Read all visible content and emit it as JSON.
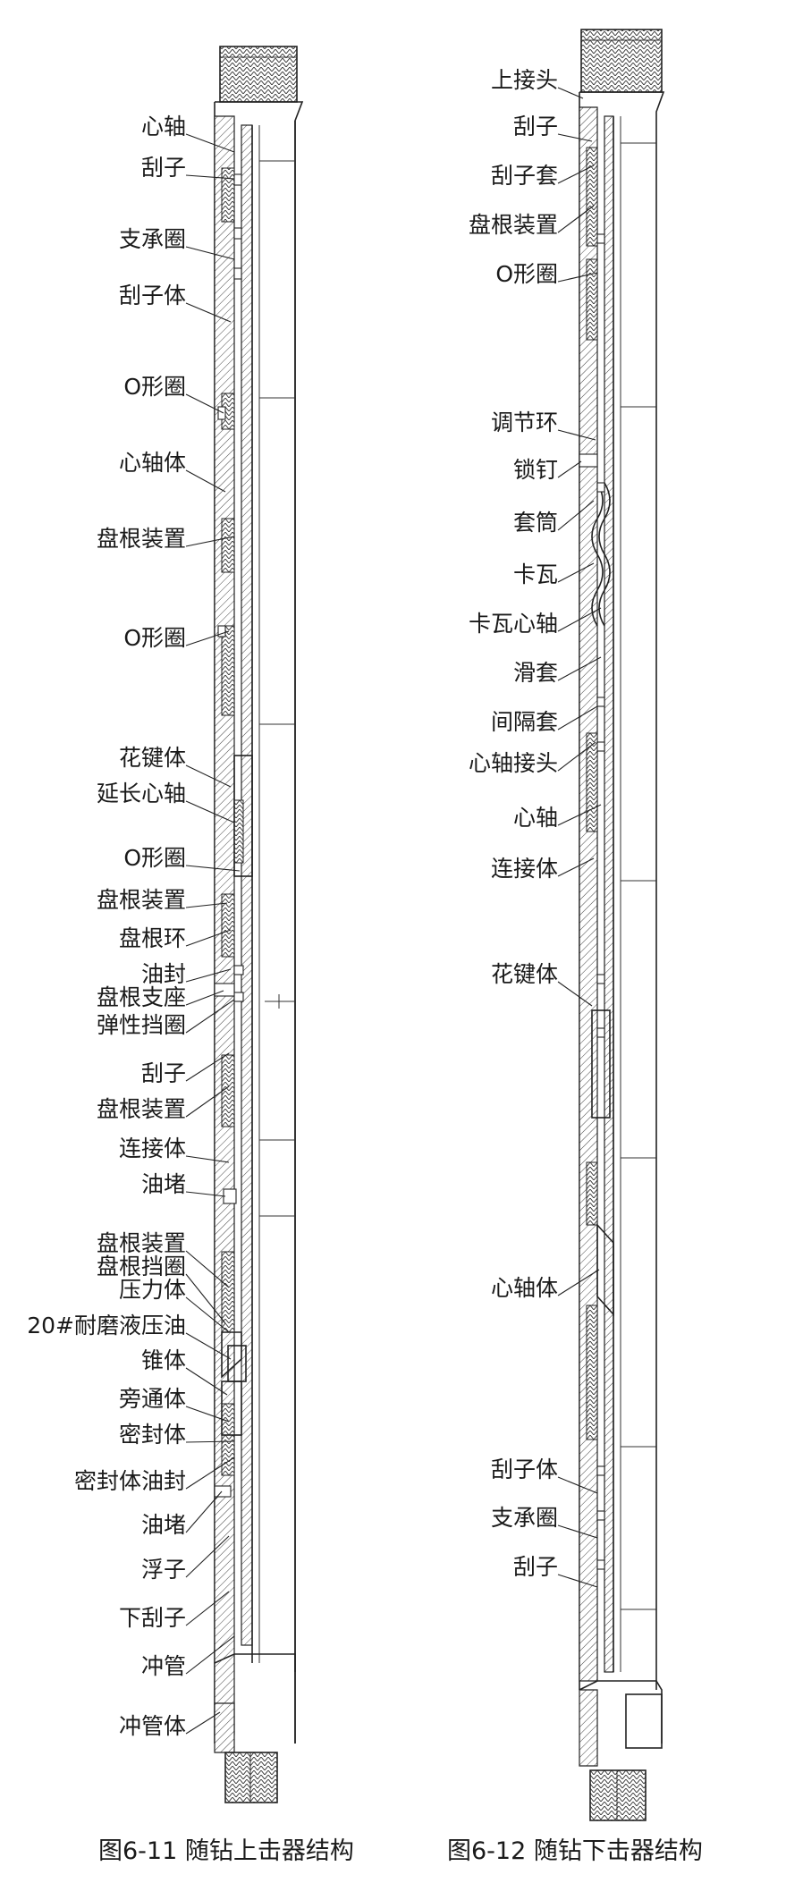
{
  "figures": [
    {
      "id": "left",
      "caption": "图6-11  随钻上击器结构",
      "labels": [
        "心轴",
        "刮子",
        "支承圈",
        "刮子体",
        "O形圈",
        "心轴体",
        "盘根装置",
        "O形圈",
        "花键体",
        "延长心轴",
        "O形圈",
        "盘根装置",
        "盘根环",
        "油封",
        "盘根支座",
        "弹性挡圈",
        "刮子",
        "盘根装置",
        "连接体",
        "油堵",
        "盘根装置",
        "盘根挡圈",
        "压力体",
        "20#耐磨液压油",
        "锥体",
        "旁通体",
        "密封体",
        "密封体油封",
        "油堵",
        "浮子",
        "下刮子",
        "冲管",
        "冲管体"
      ]
    },
    {
      "id": "right",
      "caption": "图6-12  随钻下击器结构",
      "labels": [
        "上接头",
        "刮子",
        "刮子套",
        "盘根装置",
        "O形圈",
        "调节环",
        "锁钉",
        "套筒",
        "卡瓦",
        "卡瓦心轴",
        "滑套",
        "间隔套",
        "心轴接头",
        "心轴",
        "连接体",
        "花键体",
        "心轴体",
        "刮子体",
        "支承圈",
        "刮子"
      ]
    }
  ]
}
